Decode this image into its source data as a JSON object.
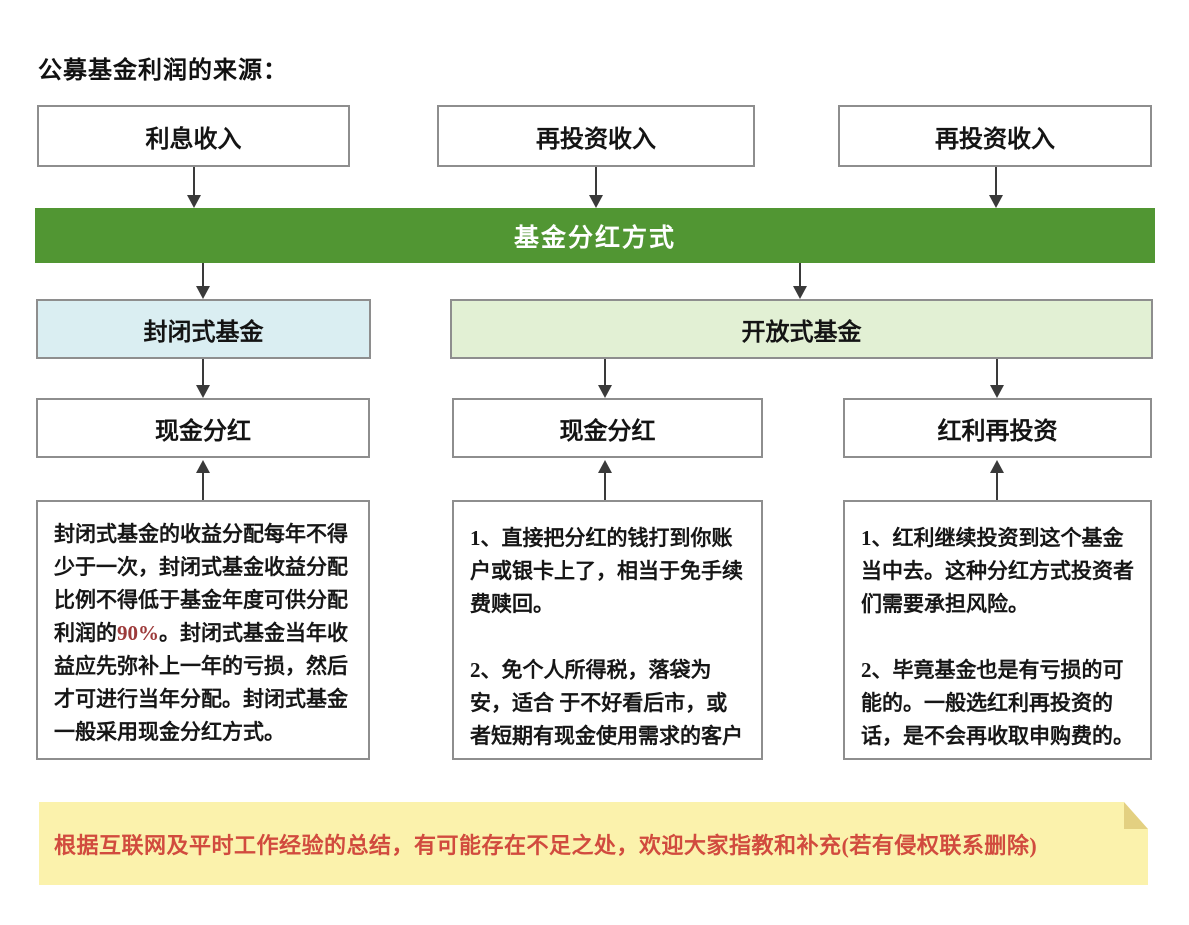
{
  "title": "公募基金利润的来源：",
  "colors": {
    "banner_green": "#519633",
    "closed_fund_bg": "#daeef2",
    "open_fund_bg": "#e2f0d4",
    "box_border_gray": "#8e8e8e",
    "arrow_dark": "#3a3a3a",
    "note_bg": "#fbf2ac",
    "note_fold": "#e3d081",
    "note_text_red": "#d14b3e",
    "highlight_red": "#9c3a3a"
  },
  "flow": {
    "sources": [
      {
        "label": "利息收入"
      },
      {
        "label": "再投资收入"
      },
      {
        "label": "再投资收入"
      }
    ],
    "banner": {
      "label": "基金分红方式"
    },
    "fund_types": {
      "closed": {
        "label": "封闭式基金"
      },
      "open": {
        "label": "开放式基金"
      }
    },
    "methods": [
      {
        "label": "现金分红"
      },
      {
        "label": "现金分红"
      },
      {
        "label": "红利再投资"
      }
    ],
    "details": {
      "closed": {
        "pre": "封闭式基金的收益分配每年不得少于一次，封闭式基金收益分配比例不得低于基金年度可供分配利润的",
        "highlight": "90%",
        "post": "。封闭式基金当年收益应先弥补上一年的亏损，然后才可进行当年分配。封闭式基金一般采用现金分红方式。"
      },
      "cash": {
        "p1": "1、直接把分红的钱打到你账户或银卡上了，相当于免手续费赎回。",
        "p2": "2、免个人所得税，落袋为安，适合 于不好看后市，或者短期有现金使用需求的客户"
      },
      "reinvest": {
        "p1": "1、红利继续投资到这个基金当中去。这种分红方式投资者们需要承担风险。",
        "p2": "2、毕竟基金也是有亏损的可能的。一般选红利再投资的话，是不会再收取申购费的。"
      }
    }
  },
  "note": {
    "text": "根据互联网及平时工作经验的总结，有可能存在不足之处，欢迎大家指教和补充(若有侵权联系删除)"
  }
}
